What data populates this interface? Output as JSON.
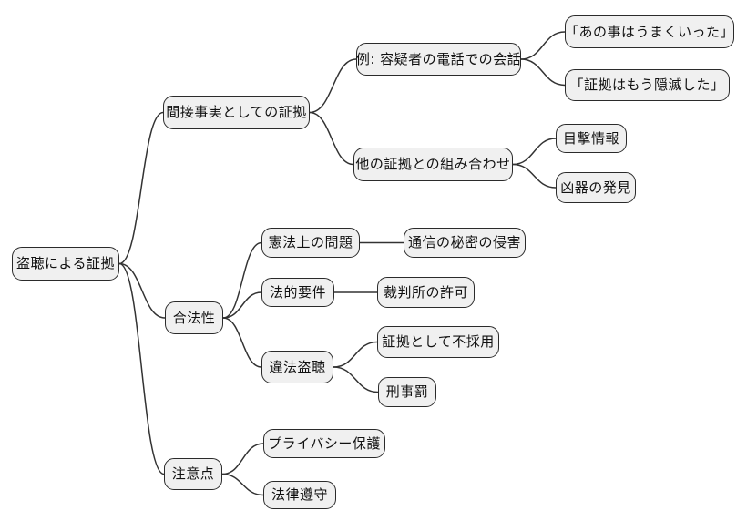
{
  "diagram_type": "mindmap",
  "colors": {
    "background": "#ffffff",
    "node_fill": "#f0f0f0",
    "node_border": "#2b2b2b",
    "line": "#333333",
    "text": "#111111"
  },
  "mindmap": {
    "root": {
      "label": "盗聴による証拠"
    },
    "branches": [
      {
        "label": "間接事実としての証拠",
        "children": [
          {
            "label": "例: 容疑者の電話での会話",
            "children": [
              {
                "label": "「あの事はうまくいった」"
              },
              {
                "label": "「証拠はもう隠滅した」"
              }
            ]
          },
          {
            "label": "他の証拠との組み合わせ",
            "children": [
              {
                "label": "目撃情報"
              },
              {
                "label": "凶器の発見"
              }
            ]
          }
        ]
      },
      {
        "label": "合法性",
        "children": [
          {
            "label": "憲法上の問題",
            "children": [
              {
                "label": "通信の秘密の侵害"
              }
            ]
          },
          {
            "label": "法的要件",
            "children": [
              {
                "label": "裁判所の許可"
              }
            ]
          },
          {
            "label": "違法盗聴",
            "children": [
              {
                "label": "証拠として不採用"
              },
              {
                "label": "刑事罰"
              }
            ]
          }
        ]
      },
      {
        "label": "注意点",
        "children": [
          {
            "label": "プライバシー保護"
          },
          {
            "label": "法律遵守"
          }
        ]
      }
    ]
  }
}
